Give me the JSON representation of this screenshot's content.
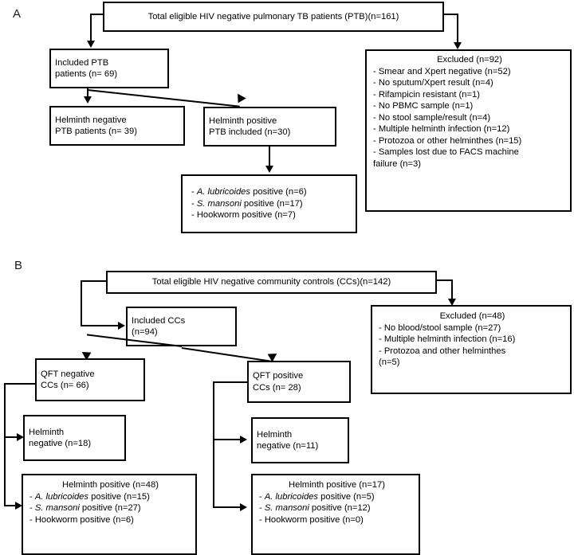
{
  "figure": {
    "panels": [
      {
        "id": "A",
        "label": "A",
        "nodes": {
          "total": {
            "text": "Total eligible HIV negative pulmonary TB patients (PTB)(n=161)"
          },
          "included": {
            "line1": "Included PTB",
            "line2": "patients (n= 69)"
          },
          "helminth_negative": {
            "line1": "Helminth negative",
            "line2": "PTB patients (n= 39)"
          },
          "helminth_positive": {
            "line1": "Helminth positive",
            "line2": "PTB included (n=30)"
          },
          "species": {
            "items": [
              {
                "prefix": "-  ",
                "species": "A. lubricoides",
                "rest": " positive (n=6)"
              },
              {
                "prefix": "-  ",
                "species": "S. mansoni",
                "rest": " positive (n=17)"
              },
              {
                "prefix": "-  ",
                "species": "",
                "rest": "Hookworm positive (n=7)"
              }
            ]
          },
          "excluded": {
            "title": "Excluded (n=92)",
            "items": [
              "-  Smear and Xpert negative (n=52)",
              "-  No sputum/Xpert result (n=4)",
              "-  Rifampicin resistant (n=1)",
              "-  No PBMC sample (n=1)",
              "-  No stool sample/result (n=4)",
              "-  Multiple helminth infection (n=12)",
              "-  Protozoa or other helminthes (n=15)",
              "-  Samples lost due to FACS machine",
              "failure (n=3)"
            ]
          }
        }
      },
      {
        "id": "B",
        "label": "B",
        "nodes": {
          "total": {
            "text": "Total eligible HIV negative community controls (CCs)(n=142)"
          },
          "included": {
            "line1": "Included CCs",
            "line2": "(n=94)"
          },
          "qft_negative": {
            "line1": "QFT negative",
            "line2": "CCs (n= 66)"
          },
          "qft_positive": {
            "line1": "QFT positive",
            "line2": "CCs (n= 28)"
          },
          "helminth_negative_left": {
            "line1": "Helminth",
            "line2": "negative (n=18)"
          },
          "helminth_negative_right": {
            "line1": "Helminth",
            "line2": "negative (n=11)"
          },
          "helminth_positive_left": {
            "title": "Helminth positive (n=48)",
            "items": [
              {
                "prefix": "-  ",
                "species": "A. lubricoides",
                "rest": " positive (n=15)"
              },
              {
                "prefix": "-  ",
                "species": "S. mansoni",
                "rest": " positive (n=27)"
              },
              {
                "prefix": "-  ",
                "species": "",
                "rest": "Hookworm positive (n=6)"
              }
            ]
          },
          "helminth_positive_right": {
            "title": "Helminth positive (n=17)",
            "items": [
              {
                "prefix": "-  ",
                "species": "A. lubricoides",
                "rest": " positive (n=5)"
              },
              {
                "prefix": "-  ",
                "species": "S. mansoni",
                "rest": " positive (n=12)"
              },
              {
                "prefix": "-  ",
                "species": "",
                "rest": "Hookworm positive (n=0)"
              }
            ]
          },
          "excluded": {
            "title": "Excluded (n=48)",
            "items": [
              "-  No blood/stool sample (n=27)",
              "-  Multiple helminth infection (n=16)",
              "-  Protozoa and other helminthes",
              "(n=5)"
            ]
          }
        }
      }
    ],
    "colors": {
      "stroke": "#000000",
      "fill": "#ffffff",
      "text": "#000000"
    }
  }
}
